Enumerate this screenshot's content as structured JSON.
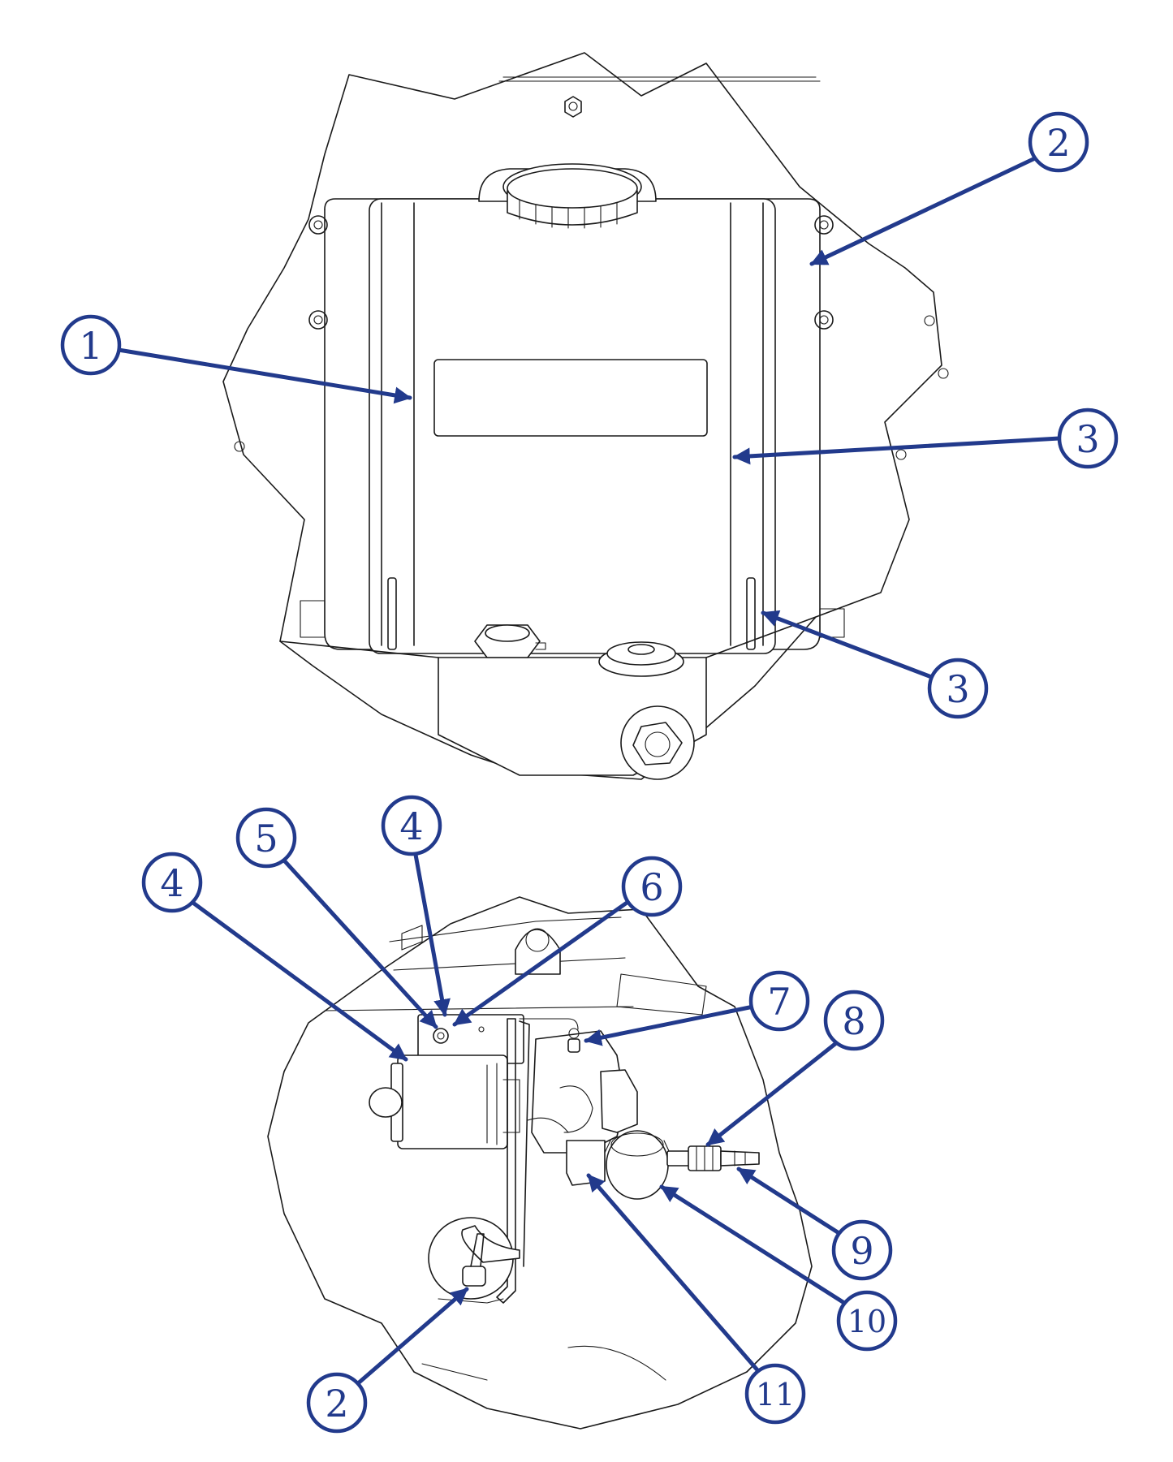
{
  "diagram": {
    "top_view": {
      "callouts": [
        {
          "id": "top-1",
          "label": "1"
        },
        {
          "id": "top-2",
          "label": "2"
        },
        {
          "id": "top-3a",
          "label": "3"
        },
        {
          "id": "top-3b",
          "label": "3"
        }
      ]
    },
    "bottom_view": {
      "callouts": [
        {
          "id": "bot-4a",
          "label": "4"
        },
        {
          "id": "bot-5",
          "label": "5"
        },
        {
          "id": "bot-4b",
          "label": "4"
        },
        {
          "id": "bot-6",
          "label": "6"
        },
        {
          "id": "bot-7",
          "label": "7"
        },
        {
          "id": "bot-8",
          "label": "8"
        },
        {
          "id": "bot-9",
          "label": "9"
        },
        {
          "id": "bot-10",
          "label": "10"
        },
        {
          "id": "bot-11",
          "label": "11"
        },
        {
          "id": "bot-2",
          "label": "2"
        }
      ]
    },
    "colors": {
      "callout": "#223a8c",
      "linework": "#1a1a1a",
      "background": "#ffffff"
    }
  }
}
